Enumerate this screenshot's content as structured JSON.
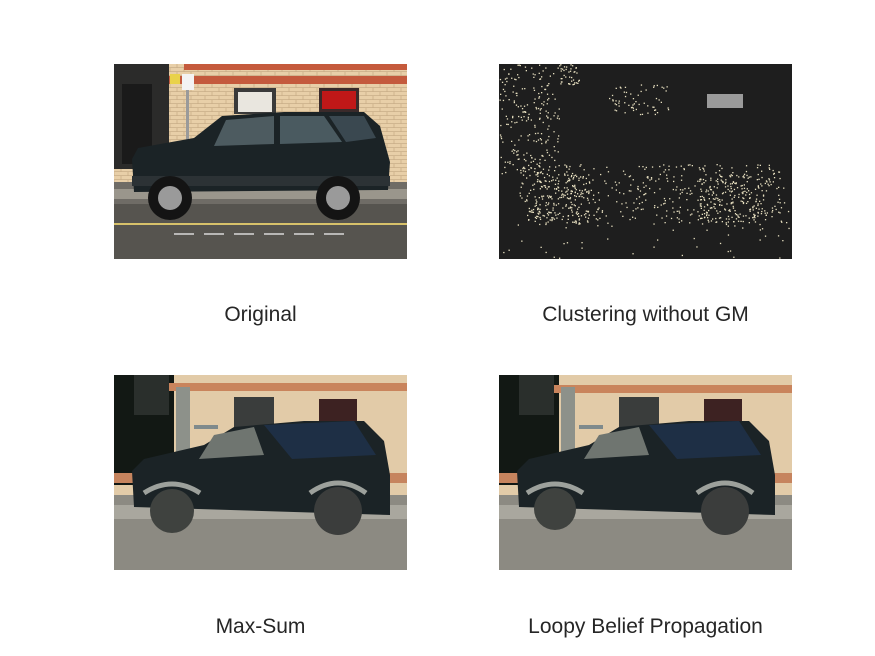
{
  "figure": {
    "panels": [
      {
        "caption": "Original"
      },
      {
        "caption": "Clustering without GM"
      },
      {
        "caption": "Max-Sum"
      },
      {
        "caption": "Loopy Belief Propagation"
      }
    ]
  },
  "colors": {
    "background": "#ffffff",
    "caption_text": "#262626",
    "brick": "#e3c9a6",
    "car_body": "#1b2326",
    "car_glass_blue": "#1e2f45",
    "road": "#8c8a82",
    "noise_bg": "#1e1e1e",
    "noise_dot": "#e8e0c0"
  }
}
